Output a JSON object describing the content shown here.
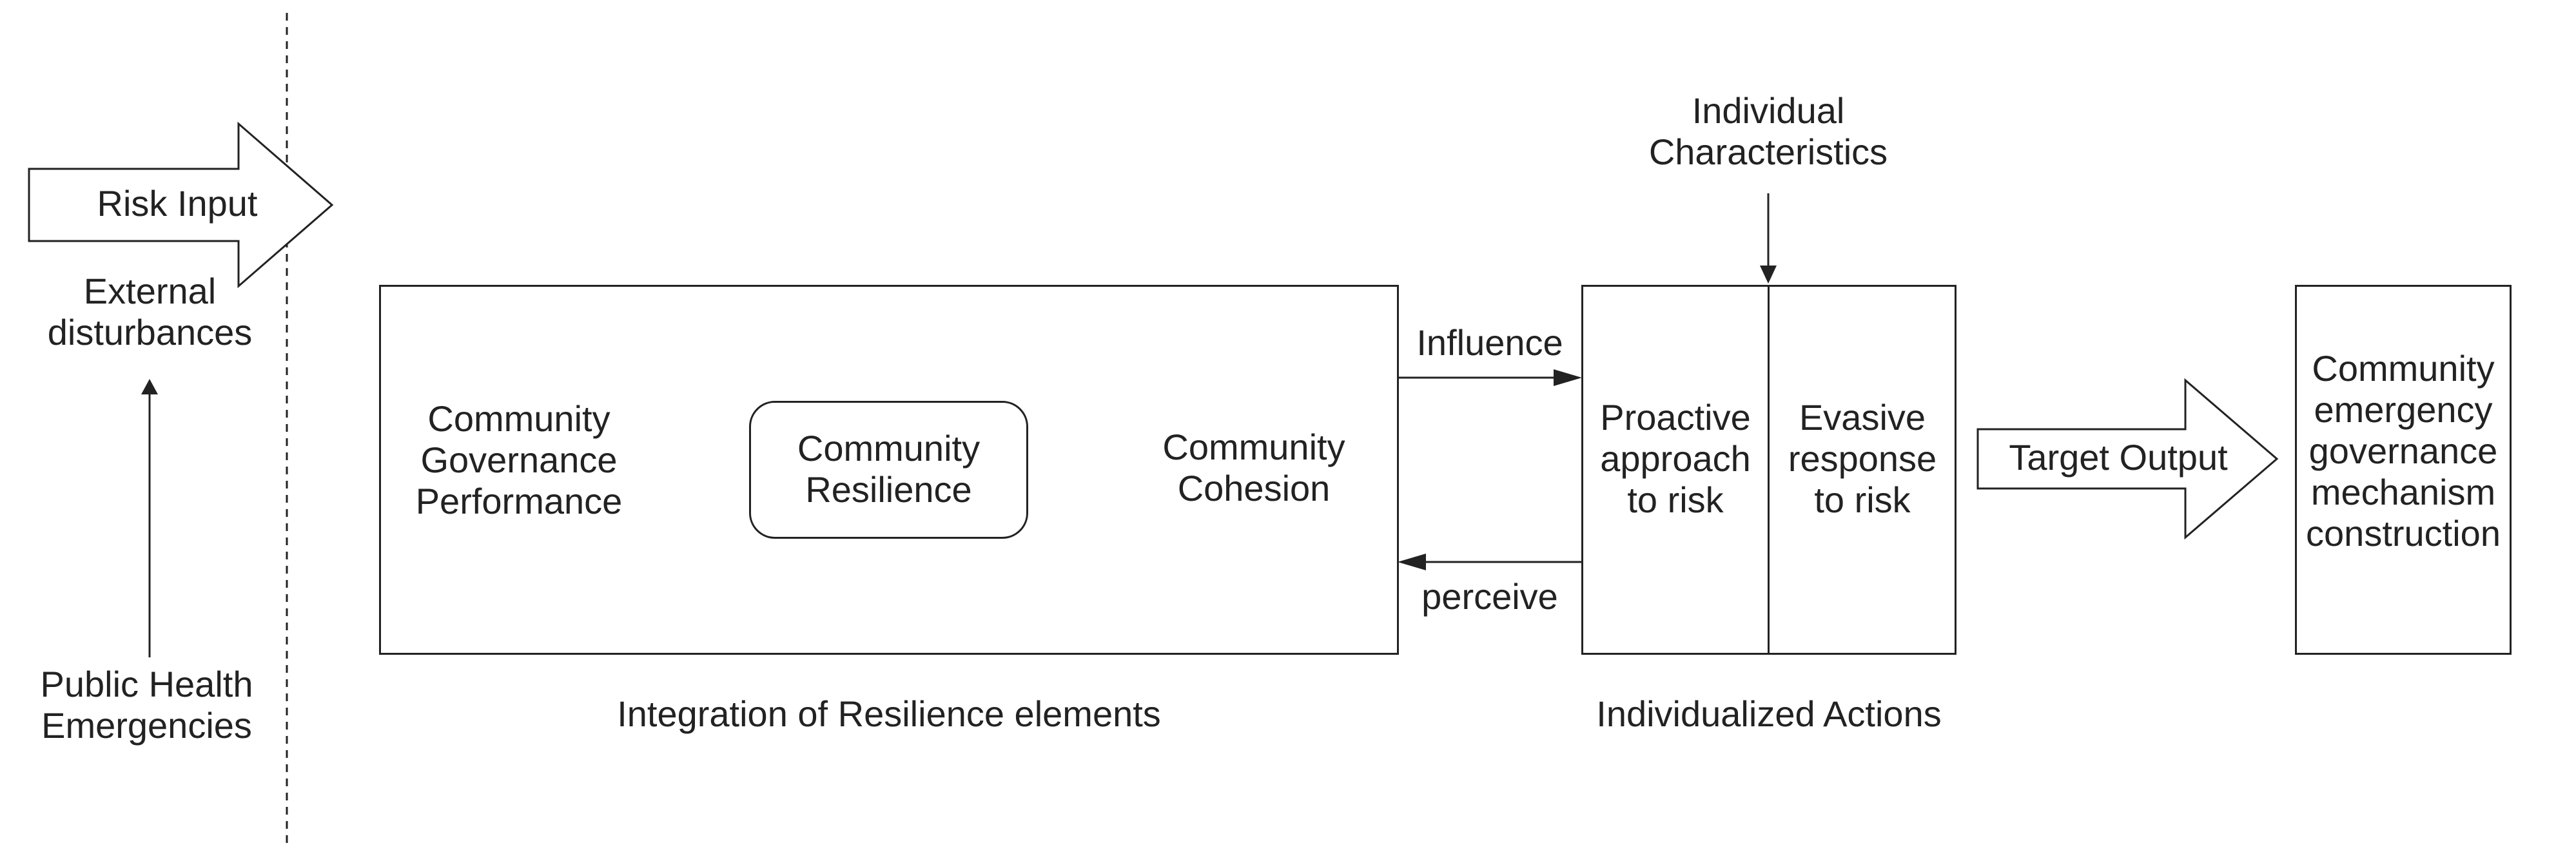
{
  "left_column": {
    "risk_input": "Risk Input",
    "external_disturbances": "External\ndisturbances",
    "public_health": "Public Health\nEmergencies"
  },
  "integration": {
    "governance": "Community\nGovernance\nPerformance",
    "resilience": "Community\nResilience",
    "cohesion": "Community\nCohesion",
    "caption": "Integration of Resilience elements"
  },
  "links": {
    "influence": "Influence",
    "perceive": "perceive"
  },
  "individual": {
    "characteristics": "Individual\nCharacteristics",
    "proactive": "Proactive\napproach\nto risk",
    "evasive": "Evasive\nresponse\nto risk",
    "caption": "Individualized Actions"
  },
  "output": {
    "target_output": "Target Output",
    "mechanism": "Community\nemergency\ngovernance\nmechanism\nconstruction"
  },
  "colors": {
    "stroke": "#222222",
    "background": "#ffffff"
  }
}
